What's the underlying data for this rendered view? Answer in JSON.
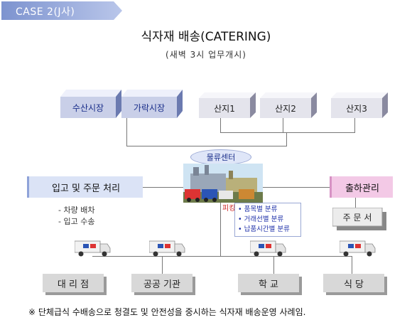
{
  "case_tag": "CASE 2(J사)",
  "title": "식자재 배송(CATERING)",
  "subtitle": "(새벽 3시 업무개시)",
  "markets": [
    "수산시장",
    "가락시장"
  ],
  "origins": [
    "산지1",
    "산지2",
    "산지3"
  ],
  "center": "물류센터",
  "receiving": {
    "label": "입고 및 주문 처리",
    "notes": [
      "- 차량 배차",
      "- 입고 수송"
    ]
  },
  "shipping": "출하관리",
  "order": "주 문 서",
  "picking": {
    "label": "피킹",
    "items": [
      "품목별 분류",
      "거래선별 분류",
      "납품시간별 분류"
    ]
  },
  "destinations": [
    "대 리 점",
    "공공 기관",
    "학 교",
    "식 당"
  ],
  "footer": "※ 단체급식 수배송으로 청결도 및 안전성을 중시하는 식자재 배송운영 사례임.",
  "colors": {
    "tag": "#8a9fd6",
    "market_face": "#c9cfe8",
    "origin_face": "#e4e4ec",
    "receiving": "#dbe3f6",
    "shipping": "#f3c9e6",
    "destination": "#d8d8d8",
    "picking_text": "#2233aa"
  }
}
